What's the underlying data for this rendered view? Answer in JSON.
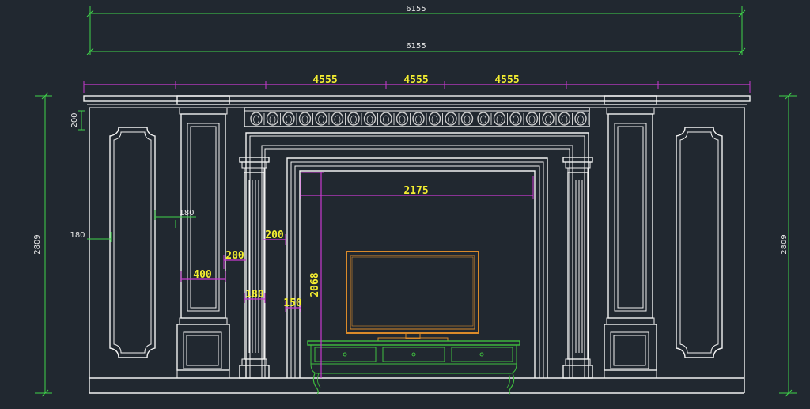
{
  "colors": {
    "background": "#212830",
    "linework": "#f2f2f2",
    "dim_green": "#3fd34a",
    "dim_magenta": "#c83ad0",
    "dim_yellow_text": "#f4ee30",
    "tv_frame": "#d98a2a",
    "cabinet": "#3fbf3f"
  },
  "dimensions": {
    "top_overall_1": "6155",
    "top_overall_2": "6155",
    "segment_1": "4555",
    "segment_2": "4555",
    "segment_3": "4555",
    "opening_width": "2175",
    "opening_height": "2068",
    "left_height": "2809",
    "right_height": "2809",
    "cornice": "200",
    "panel_offset_a": "180",
    "panel_offset_b": "180",
    "pilaster_gap_a": "200",
    "pilaster_gap_b": "200",
    "pilaster_width": "400",
    "column_width": "180",
    "reveal": "150"
  }
}
